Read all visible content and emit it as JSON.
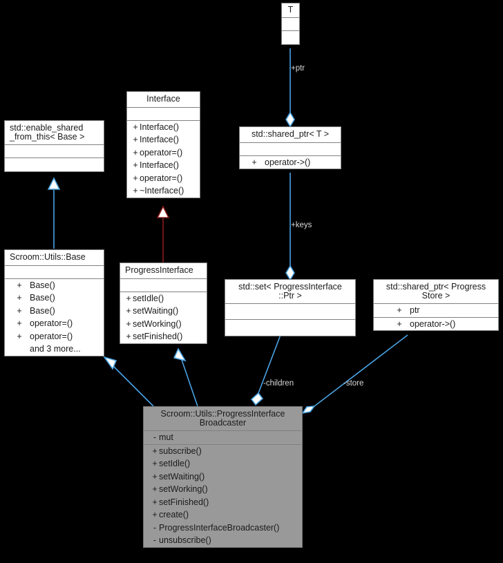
{
  "diagram": {
    "kind": "uml-class-diagram",
    "background_color": "#000000",
    "box_fill": "#ffffff",
    "highlight_fill": "#999999",
    "border_color": "#808080",
    "edge_color_blue": "#4ba3e3",
    "edge_color_red": "#8b1a1a",
    "text_color": "#1a1a1a",
    "label_color": "#d9d9d9"
  },
  "classes": {
    "t": {
      "title": "T",
      "attributes": [],
      "methods": []
    },
    "shared_ptr_t": {
      "title": "std::shared_ptr< T >",
      "attributes": [],
      "methods": [
        {
          "visibility": "+",
          "name": "operator->()"
        }
      ]
    },
    "interface": {
      "title": "Interface",
      "attributes": [],
      "methods": [
        {
          "visibility": "+",
          "name": "Interface()"
        },
        {
          "visibility": "+",
          "name": "Interface()"
        },
        {
          "visibility": "+",
          "name": "operator=()"
        },
        {
          "visibility": "+",
          "name": "Interface()"
        },
        {
          "visibility": "+",
          "name": "operator=()"
        },
        {
          "visibility": "+",
          "name": "~Interface()"
        }
      ]
    },
    "enable_shared_from_this": {
      "title": "std::enable_shared\n_from_this< Base >",
      "attributes": [],
      "methods": []
    },
    "base": {
      "title": "Scroom::Utils::Base",
      "attributes": [],
      "methods": [
        {
          "visibility": "+",
          "name": "Base()"
        },
        {
          "visibility": "+",
          "name": "Base()"
        },
        {
          "visibility": "+",
          "name": "Base()"
        },
        {
          "visibility": "+",
          "name": "operator=()"
        },
        {
          "visibility": "+",
          "name": "operator=()"
        },
        {
          "visibility": "",
          "name": "and 3 more..."
        }
      ]
    },
    "progress_interface": {
      "title": "ProgressInterface",
      "attributes": [],
      "methods": [
        {
          "visibility": "+",
          "name": "setIdle()"
        },
        {
          "visibility": "+",
          "name": "setWaiting()"
        },
        {
          "visibility": "+",
          "name": "setWorking()"
        },
        {
          "visibility": "+",
          "name": "setFinished()"
        }
      ]
    },
    "set_progress_ptr": {
      "title": "std::set< ProgressInterface\n::Ptr >",
      "attributes": [],
      "methods": []
    },
    "shared_ptr_progress_store": {
      "title": "std::shared_ptr< Progress\nStore >",
      "attributes": [
        {
          "visibility": "+",
          "name": "ptr"
        }
      ],
      "methods": [
        {
          "visibility": "+",
          "name": "operator->()"
        }
      ]
    },
    "broadcaster": {
      "title": "Scroom::Utils::ProgressInterface\nBroadcaster",
      "attributes": [
        {
          "visibility": "-",
          "name": "mut"
        }
      ],
      "methods": [
        {
          "visibility": "+",
          "name": "subscribe()"
        },
        {
          "visibility": "+",
          "name": "setIdle()"
        },
        {
          "visibility": "+",
          "name": "setWaiting()"
        },
        {
          "visibility": "+",
          "name": "setWorking()"
        },
        {
          "visibility": "+",
          "name": "setFinished()"
        },
        {
          "visibility": "+",
          "name": "create()"
        },
        {
          "visibility": "-",
          "name": "ProgressInterfaceBroadcaster()"
        },
        {
          "visibility": "-",
          "name": "unsubscribe()"
        }
      ]
    }
  },
  "edge_labels": {
    "ptr": "+ptr",
    "keys": "+keys",
    "children": "-children",
    "store": "-store"
  }
}
